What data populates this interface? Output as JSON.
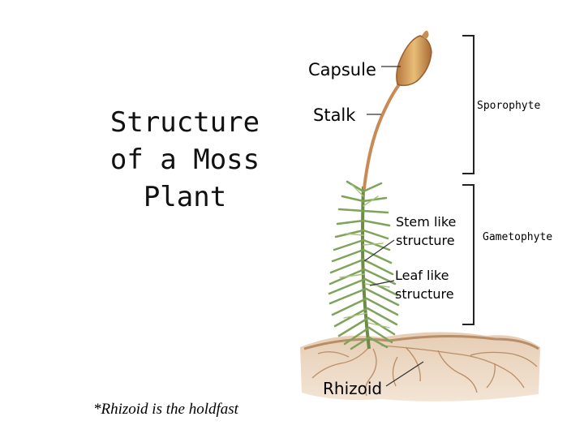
{
  "title": "Structure\nof a Moss\nPlant",
  "labels": {
    "capsule": "Capsule",
    "stalk": "Stalk",
    "sporophyte": "Sporophyte",
    "stem": "Stem like structure",
    "gametophyte": "Gametophyte",
    "leaf": "Leaf like structure",
    "rhizoid": "Rhizoid"
  },
  "footnote": "*Rhizoid is the holdfast",
  "colors": {
    "stalk": "#c98a55",
    "capsule": "#d9a660",
    "leaf": "#7ea35a",
    "soil": "#d8b898",
    "bracket": "#222222"
  }
}
